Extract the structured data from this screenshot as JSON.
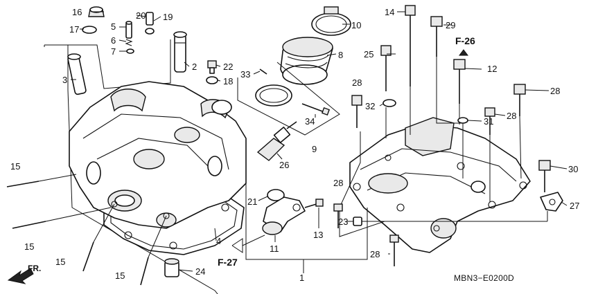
{
  "callouts": {
    "c1": "1",
    "c2": "2",
    "c3": "3",
    "c4": "4",
    "c5": "5",
    "c6": "6",
    "c7": "7",
    "c8": "8",
    "c9": "9",
    "c10": "10",
    "c11": "11",
    "c12": "12",
    "c13": "13",
    "c14": "14",
    "c15a": "15",
    "c15b": "15",
    "c15c": "15",
    "c15d": "15",
    "c16": "16",
    "c17": "17",
    "c18": "18",
    "c19": "19",
    "c20": "20",
    "c21": "21",
    "c22": "22",
    "c23": "23",
    "c24": "24",
    "c25": "25",
    "c26": "26",
    "c27": "27",
    "c28a": "28",
    "c28b": "28",
    "c28c": "28",
    "c28d": "28",
    "c28e": "28",
    "c29": "29",
    "c30": "30",
    "c31": "31",
    "c32": "32",
    "c33": "33",
    "c34": "34"
  },
  "refs": {
    "f26": "F-26",
    "f27": "F-27"
  },
  "direction": "FR.",
  "diagram_code": "MBN3−E0200D"
}
